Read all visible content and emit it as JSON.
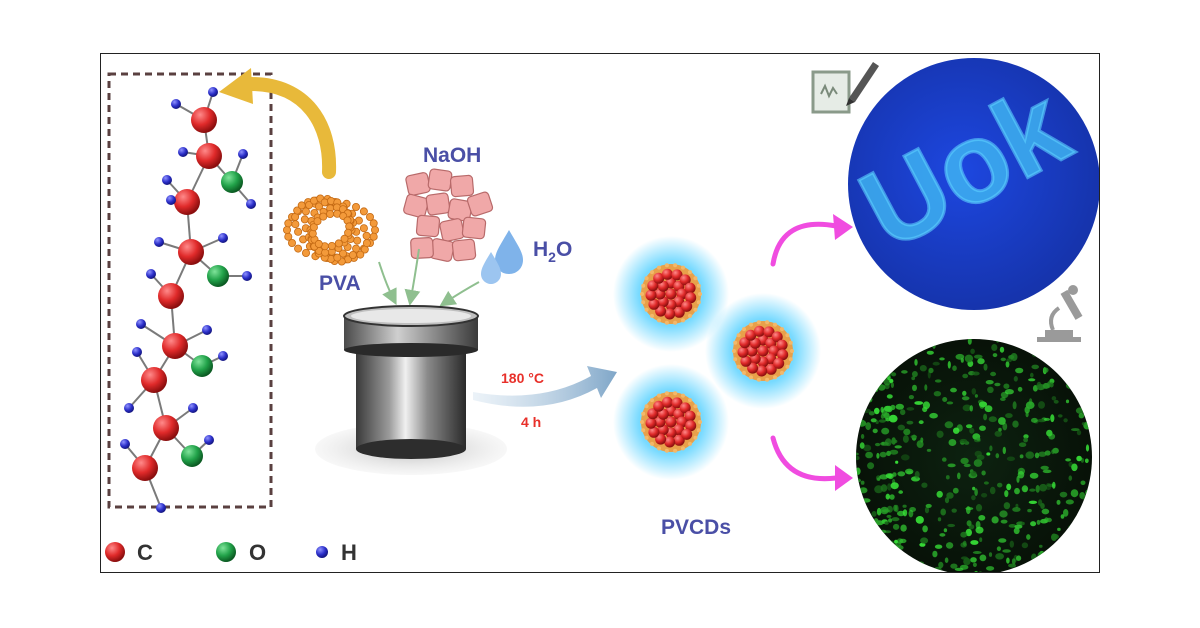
{
  "reagents": {
    "pva": "PVA",
    "naoh": "NaOH",
    "water": "H",
    "water_sub": "2",
    "water_tail": "O"
  },
  "conditions": {
    "temperature": "180 °C",
    "time": "4 h"
  },
  "product_label": "PVCDs",
  "ink_text": "Uok",
  "legend": [
    {
      "symbol": "C",
      "color": "#e02a2a"
    },
    {
      "symbol": "O",
      "color": "#22a34a"
    },
    {
      "symbol": "H",
      "color": "#2b2fc9"
    }
  ],
  "colors": {
    "carbon": "#e02a2a",
    "oxygen": "#22a34a",
    "hydrogen": "#2b2fc9",
    "label_blue": "#4a4fa6",
    "condition_red": "#e8302a",
    "magenta_arrow": "#f04ce0",
    "curved_arrow": "#e8b93a",
    "glow": "#5fd3ff",
    "uv_panel": "#1e3fc9",
    "fluorescence_panel": "#0b1a0b"
  },
  "icons": [
    "pencil-icon",
    "microscope-icon"
  ]
}
